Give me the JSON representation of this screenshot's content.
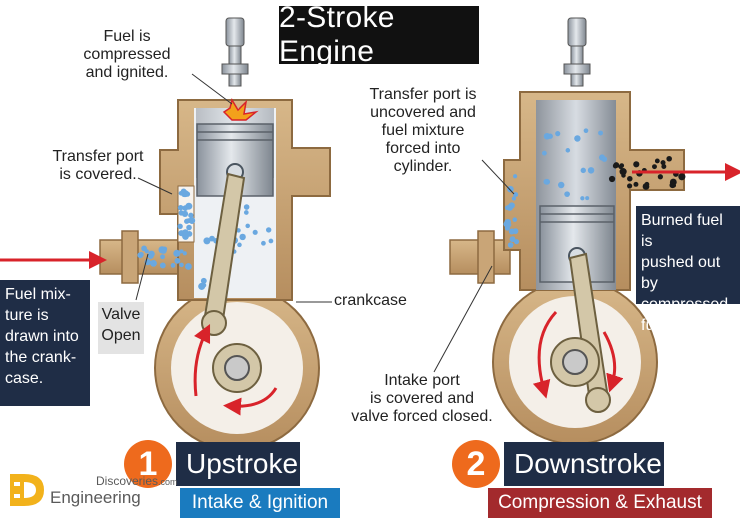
{
  "title": "2-Stroke Engine",
  "left": {
    "note_top": "Fuel is\ncompressed\nand ignited.",
    "note_transfer": "Transfer port\nis covered.",
    "note_fuel_box": "Fuel mix-\nture is\ndrawn into\nthe crank-\ncase.",
    "note_valve": "Valve\nOpen",
    "crankcase_label": "crankcase",
    "stroke_number": "1",
    "stroke_name": "Upstroke",
    "stroke_sub": "Intake & Ignition",
    "sub_color": "#1a7bbf"
  },
  "right": {
    "note_transfer": "Transfer port is\nuncovered and\nfuel mixture\nforced into\ncylinder.",
    "note_burned_box": "Burned fuel is\npushed out by\ncompressed\nfuel mixture.",
    "note_intake": "Intake port\nis covered and\nvalve forced closed.",
    "stroke_number": "2",
    "stroke_name": "Downstroke",
    "stroke_sub": "Compression & Exhaust",
    "sub_color": "#a32a2d"
  },
  "logo": {
    "top": "Discoveries",
    "suffix": ".com",
    "bottom": "Engineering"
  },
  "colors": {
    "casing": "#c9a577",
    "casing_dark": "#9b7448",
    "interior": "#f7f3ee",
    "bubble": "#6aa8e0",
    "arrow": "#d8232a",
    "badge": "#ee6a1d",
    "dark_box": "#1f2d46"
  }
}
